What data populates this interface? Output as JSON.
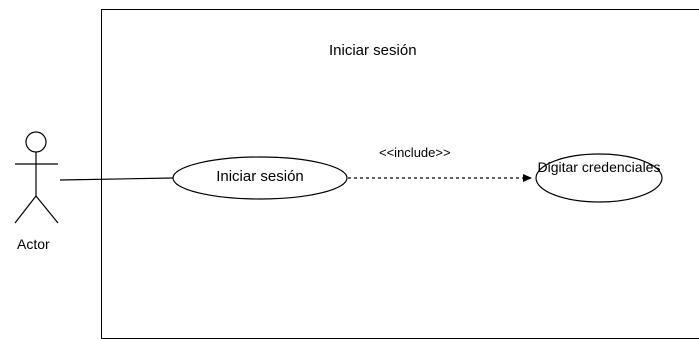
{
  "diagram": {
    "system_title": "Iniciar sesión",
    "actor": {
      "label": "Actor"
    },
    "use_cases": [
      {
        "label": "Iniciar sesión"
      },
      {
        "label": "Digitar credenciales"
      }
    ],
    "relationships": [
      {
        "type": "association",
        "from": "Actor",
        "to": "Iniciar sesión"
      },
      {
        "type": "include",
        "label": "<<include>>",
        "from": "Iniciar sesión",
        "to": "Digitar credenciales"
      }
    ],
    "colors": {
      "stroke": "#000000",
      "background": "#ffffff"
    }
  }
}
